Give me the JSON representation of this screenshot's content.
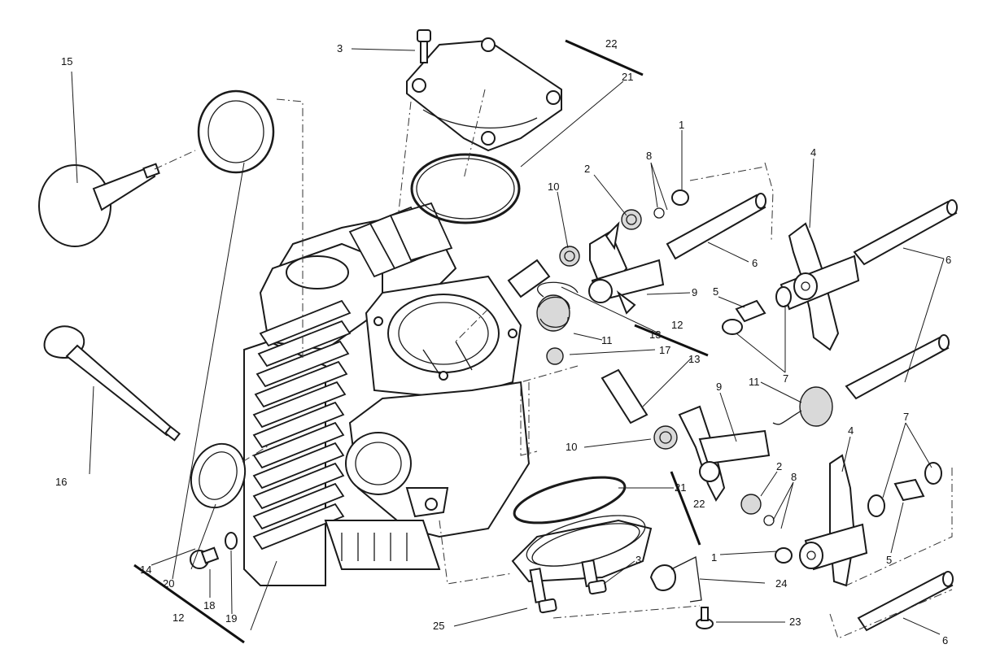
{
  "callouts": [
    {
      "id": "c-3-top",
      "text": "3"
    },
    {
      "id": "c-22-top",
      "text": "22"
    },
    {
      "id": "c-21-top",
      "text": "21"
    },
    {
      "id": "c-15",
      "text": "15"
    },
    {
      "id": "c-1-top",
      "text": "1"
    },
    {
      "id": "c-8-top",
      "text": "8"
    },
    {
      "id": "c-2-top",
      "text": "2"
    },
    {
      "id": "c-10-top",
      "text": "10"
    },
    {
      "id": "c-4-top",
      "text": "4"
    },
    {
      "id": "c-6-a",
      "text": "6"
    },
    {
      "id": "c-6-b",
      "text": "6"
    },
    {
      "id": "c-5-top",
      "text": "5"
    },
    {
      "id": "c-9-top",
      "text": "9"
    },
    {
      "id": "c-13-top",
      "text": "13"
    },
    {
      "id": "c-11-top",
      "text": "11"
    },
    {
      "id": "c-12-mid",
      "text": "12"
    },
    {
      "id": "c-7-top",
      "text": "7"
    },
    {
      "id": "c-17",
      "text": "17"
    },
    {
      "id": "c-13-mid",
      "text": "13"
    },
    {
      "id": "c-11-mid",
      "text": "11"
    },
    {
      "id": "c-9-mid",
      "text": "9"
    },
    {
      "id": "c-16",
      "text": "16"
    },
    {
      "id": "c-10-mid",
      "text": "10"
    },
    {
      "id": "c-2-mid",
      "text": "2"
    },
    {
      "id": "c-8-mid",
      "text": "8"
    },
    {
      "id": "c-4-mid",
      "text": "4"
    },
    {
      "id": "c-7-right",
      "text": "7"
    },
    {
      "id": "c-21-bot",
      "text": "21"
    },
    {
      "id": "c-22-bot",
      "text": "22"
    },
    {
      "id": "c-5-bot",
      "text": "5"
    },
    {
      "id": "c-1-bot",
      "text": "1"
    },
    {
      "id": "c-3-bot",
      "text": "3"
    },
    {
      "id": "c-24",
      "text": "24"
    },
    {
      "id": "c-14",
      "text": "14"
    },
    {
      "id": "c-20",
      "text": "20"
    },
    {
      "id": "c-18",
      "text": "18"
    },
    {
      "id": "c-12-bot",
      "text": "12"
    },
    {
      "id": "c-19",
      "text": "19"
    },
    {
      "id": "c-25",
      "text": "25"
    },
    {
      "id": "c-23",
      "text": "23"
    },
    {
      "id": "c-6-bot",
      "text": "6"
    }
  ]
}
